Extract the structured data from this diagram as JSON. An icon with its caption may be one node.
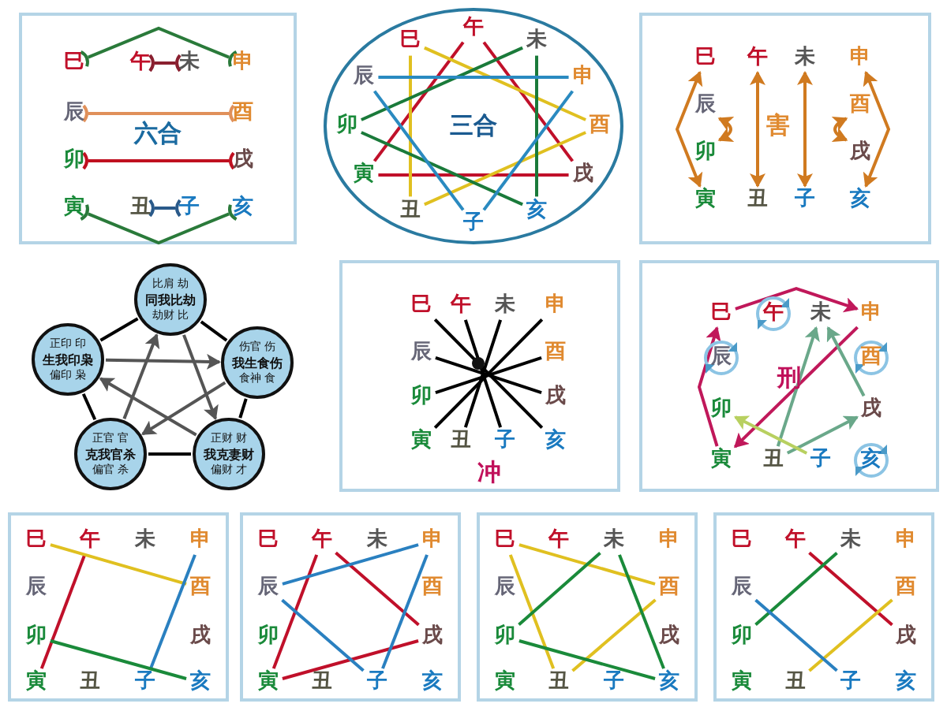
{
  "diagram": {
    "nodes": [
      {
        "text": [
          "六合"
        ]
      },
      {
        "text": [
          "巳"
        ],
        "in": 0
      },
      {
        "text": [
          "午"
        ],
        "in": 0
      },
      {
        "text": [
          "未"
        ],
        "in": 0
      },
      {
        "text": [
          "申"
        ],
        "in": 0
      },
      {
        "text": [
          "辰"
        ],
        "in": 0
      },
      {
        "text": [
          "酉"
        ],
        "in": 0
      },
      {
        "text": [
          "卯"
        ],
        "in": 0
      },
      {
        "text": [
          "戌"
        ],
        "in": 0
      },
      {
        "text": [
          "寅"
        ],
        "in": 0
      },
      {
        "text": [
          "丑"
        ],
        "in": 0
      },
      {
        "text": [
          "子"
        ],
        "in": 0
      },
      {
        "text": [
          "亥"
        ],
        "in": 0
      },
      {
        "text": [
          "三合"
        ]
      },
      {
        "text": [
          "巳"
        ],
        "in": 13
      },
      {
        "text": [
          "午"
        ],
        "in": 13
      },
      {
        "text": [
          "未"
        ],
        "in": 13
      },
      {
        "text": [
          "申"
        ],
        "in": 13
      },
      {
        "text": [
          "辰"
        ],
        "in": 13
      },
      {
        "text": [
          "酉"
        ],
        "in": 13
      },
      {
        "text": [
          "卯"
        ],
        "in": 13
      },
      {
        "text": [
          "戌"
        ],
        "in": 13
      },
      {
        "text": [
          "寅"
        ],
        "in": 13
      },
      {
        "text": [
          "丑"
        ],
        "in": 13
      },
      {
        "text": [
          "子"
        ],
        "in": 13
      },
      {
        "text": [
          "亥"
        ],
        "in": 13
      },
      {
        "text": [
          "害"
        ]
      },
      {
        "text": [
          "巳"
        ],
        "in": 26
      },
      {
        "text": [
          "午"
        ],
        "in": 26
      },
      {
        "text": [
          "未"
        ],
        "in": 26
      },
      {
        "text": [
          "申"
        ],
        "in": 26
      },
      {
        "text": [
          "辰"
        ],
        "in": 26
      },
      {
        "text": [
          "酉"
        ],
        "in": 26
      },
      {
        "text": [
          "卯"
        ],
        "in": 26
      },
      {
        "text": [
          "戌"
        ],
        "in": 26
      },
      {
        "text": [
          "寅"
        ],
        "in": 26
      },
      {
        "text": [
          "丑"
        ],
        "in": 26
      },
      {
        "text": [
          "子"
        ],
        "in": 26
      },
      {
        "text": [
          "亥"
        ],
        "in": 26
      },
      {
        "text": [
          "比肩 劫",
          "同我比劫",
          "劫财 比"
        ]
      },
      {
        "text": [
          "正印 印",
          "生我印枭",
          "偏印 枭"
        ]
      },
      {
        "text": [
          "伤官 伤",
          "我生食伤",
          "食神 食"
        ]
      },
      {
        "text": [
          "正官 官",
          "克我官杀",
          "偏官 杀"
        ]
      },
      {
        "text": [
          "正财 财",
          "我克妻财",
          "偏财 才"
        ]
      },
      {
        "text": [
          "冲"
        ]
      },
      {
        "text": [
          "巳"
        ],
        "in": 44
      },
      {
        "text": [
          "午"
        ],
        "in": 44
      },
      {
        "text": [
          "未"
        ],
        "in": 44
      },
      {
        "text": [
          "申"
        ],
        "in": 44
      },
      {
        "text": [
          "辰"
        ],
        "in": 44
      },
      {
        "text": [
          "酉"
        ],
        "in": 44
      },
      {
        "text": [
          "卯"
        ],
        "in": 44
      },
      {
        "text": [
          "戌"
        ],
        "in": 44
      },
      {
        "text": [
          "寅"
        ],
        "in": 44
      },
      {
        "text": [
          "丑"
        ],
        "in": 44
      },
      {
        "text": [
          "子"
        ],
        "in": 44
      },
      {
        "text": [
          "亥"
        ],
        "in": 44
      },
      {
        "text": [
          "刑"
        ]
      },
      {
        "text": [
          "巳"
        ],
        "in": 57
      },
      {
        "text": [
          "午"
        ],
        "in": 57
      },
      {
        "text": [
          "未"
        ],
        "in": 57
      },
      {
        "text": [
          "申"
        ],
        "in": 57
      },
      {
        "text": [
          "辰"
        ],
        "in": 57
      },
      {
        "text": [
          "酉"
        ],
        "in": 57
      },
      {
        "text": [
          "卯"
        ],
        "in": 57
      },
      {
        "text": [
          "戌"
        ],
        "in": 57
      },
      {
        "text": [
          "寅"
        ],
        "in": 57
      },
      {
        "text": [
          "丑"
        ],
        "in": 57
      },
      {
        "text": [
          "子"
        ],
        "in": 57
      },
      {
        "text": [
          "亥"
        ],
        "in": 57
      },
      {
        "text": [],
        "shape": "box"
      },
      {
        "text": [
          "巳"
        ],
        "in": 70
      },
      {
        "text": [
          "午"
        ],
        "in": 70
      },
      {
        "text": [
          "未"
        ],
        "in": 70
      },
      {
        "text": [
          "申"
        ],
        "in": 70
      },
      {
        "text": [
          "辰"
        ],
        "in": 70
      },
      {
        "text": [
          "酉"
        ],
        "in": 70
      },
      {
        "text": [
          "卯"
        ],
        "in": 70
      },
      {
        "text": [
          "戌"
        ],
        "in": 70
      },
      {
        "text": [
          "寅"
        ],
        "in": 70
      },
      {
        "text": [
          "丑"
        ],
        "in": 70
      },
      {
        "text": [
          "子"
        ],
        "in": 70
      },
      {
        "text": [
          "亥"
        ],
        "in": 70
      },
      {
        "text": [],
        "shape": "box"
      },
      {
        "text": [
          "巳"
        ],
        "in": 83
      },
      {
        "text": [
          "午"
        ],
        "in": 83
      },
      {
        "text": [
          "未"
        ],
        "in": 83
      },
      {
        "text": [
          "申"
        ],
        "in": 83
      },
      {
        "text": [
          "辰"
        ],
        "in": 83
      },
      {
        "text": [
          "酉"
        ],
        "in": 83
      },
      {
        "text": [
          "卯"
        ],
        "in": 83
      },
      {
        "text": [
          "戌"
        ],
        "in": 83
      },
      {
        "text": [
          "寅"
        ],
        "in": 83
      },
      {
        "text": [
          "丑"
        ],
        "in": 83
      },
      {
        "text": [
          "子"
        ],
        "in": 83
      },
      {
        "text": [
          "亥"
        ],
        "in": 83
      },
      {
        "text": [],
        "shape": "box"
      },
      {
        "text": [
          "巳"
        ],
        "in": 96
      },
      {
        "text": [
          "午"
        ],
        "in": 96
      },
      {
        "text": [
          "未"
        ],
        "in": 96
      },
      {
        "text": [
          "申"
        ],
        "in": 96
      },
      {
        "text": [
          "辰"
        ],
        "in": 96
      },
      {
        "text": [
          "酉"
        ],
        "in": 96
      },
      {
        "text": [
          "卯"
        ],
        "in": 96
      },
      {
        "text": [
          "戌"
        ],
        "in": 96
      },
      {
        "text": [
          "寅"
        ],
        "in": 96
      },
      {
        "text": [
          "丑"
        ],
        "in": 96
      },
      {
        "text": [
          "子"
        ],
        "in": 96
      },
      {
        "text": [
          "亥"
        ],
        "in": 96
      },
      {
        "text": [],
        "shape": "box"
      },
      {
        "text": [
          "巳"
        ],
        "in": 109
      },
      {
        "text": [
          "午"
        ],
        "in": 109
      },
      {
        "text": [
          "未"
        ],
        "in": 109
      },
      {
        "text": [
          "申"
        ],
        "in": 109
      },
      {
        "text": [
          "辰"
        ],
        "in": 109
      },
      {
        "text": [
          "酉"
        ],
        "in": 109
      },
      {
        "text": [
          "卯"
        ],
        "in": 109
      },
      {
        "text": [
          "戌"
        ],
        "in": 109
      },
      {
        "text": [
          "寅"
        ],
        "in": 109
      },
      {
        "text": [
          "丑"
        ],
        "in": 109
      },
      {
        "text": [
          "子"
        ],
        "in": 109
      },
      {
        "text": [
          "亥"
        ],
        "in": 109
      }
    ],
    "edges": [
      {
        "from": 2,
        "to": 3,
        "arrow": "other",
        "color": "#8a2030"
      },
      {
        "from": 1,
        "to": 4,
        "arrow": "other",
        "color": "#2a7a3a"
      },
      {
        "from": 5,
        "to": 6,
        "arrow": "other",
        "color": "#e0905a"
      },
      {
        "from": 7,
        "to": 8,
        "arrow": "other",
        "color": "#c01020"
      },
      {
        "from": 10,
        "to": 11,
        "arrow": "other",
        "color": "#2a5a8a"
      },
      {
        "from": 9,
        "to": 12,
        "arrow": "other",
        "color": "#2a7a3a"
      },
      {
        "from": 15,
        "to": 22,
        "arrow": "none",
        "color": "#c0102a"
      },
      {
        "from": 22,
        "to": 21,
        "arrow": "none",
        "color": "#c0102a"
      },
      {
        "from": 21,
        "to": 15,
        "arrow": "none",
        "color": "#c0102a"
      },
      {
        "from": 14,
        "to": 19,
        "arrow": "none",
        "color": "#e0c020"
      },
      {
        "from": 19,
        "to": 23,
        "arrow": "none",
        "color": "#e0c020"
      },
      {
        "from": 23,
        "to": 14,
        "arrow": "none",
        "color": "#e0c020"
      },
      {
        "from": 16,
        "to": 20,
        "arrow": "none",
        "color": "#1a7a3a"
      },
      {
        "from": 20,
        "to": 25,
        "arrow": "none",
        "color": "#1a7a3a"
      },
      {
        "from": 25,
        "to": 16,
        "arrow": "none",
        "color": "#1a7a3a"
      },
      {
        "from": 18,
        "to": 17,
        "arrow": "none",
        "color": "#2a8ac0"
      },
      {
        "from": 17,
        "to": 24,
        "arrow": "none",
        "color": "#2a8ac0"
      },
      {
        "from": 24,
        "to": 18,
        "arrow": "none",
        "color": "#2a8ac0"
      },
      {
        "from": 27,
        "to": 35,
        "arrow": "both",
        "color": "#d07a20"
      },
      {
        "from": 31,
        "to": 33,
        "arrow": "both",
        "color": "#d07a20"
      },
      {
        "from": 28,
        "to": 36,
        "arrow": "both",
        "color": "#d07a20"
      },
      {
        "from": 29,
        "to": 37,
        "arrow": "both",
        "color": "#d07a20"
      },
      {
        "from": 30,
        "to": 38,
        "arrow": "both",
        "color": "#d07a20"
      },
      {
        "from": 32,
        "to": 34,
        "arrow": "both",
        "color": "#d07a20"
      },
      {
        "from": 39,
        "to": 41,
        "arrow": "none",
        "color": "#000000"
      },
      {
        "from": 41,
        "to": 43,
        "arrow": "none",
        "color": "#000000"
      },
      {
        "from": 43,
        "to": 42,
        "arrow": "none",
        "color": "#000000"
      },
      {
        "from": 42,
        "to": 40,
        "arrow": "none",
        "color": "#000000"
      },
      {
        "from": 40,
        "to": 39,
        "arrow": "none",
        "color": "#000000"
      },
      {
        "from": 40,
        "to": 41,
        "arrow": "to",
        "color": "#555555"
      },
      {
        "from": 42,
        "to": 39,
        "arrow": "to",
        "color": "#555555"
      },
      {
        "from": 39,
        "to": 43,
        "arrow": "to",
        "color": "#555555"
      },
      {
        "from": 41,
        "to": 42,
        "arrow": "to",
        "color": "#555555"
      },
      {
        "from": 43,
        "to": 40,
        "arrow": "to",
        "color": "#555555"
      },
      {
        "from": 45,
        "to": 56,
        "arrow": "none",
        "color": "#000000"
      },
      {
        "from": 46,
        "to": 55,
        "arrow": "none",
        "color": "#000000"
      },
      {
        "from": 47,
        "to": 54,
        "arrow": "none",
        "color": "#000000"
      },
      {
        "from": 48,
        "to": 53,
        "arrow": "none",
        "color": "#000000"
      },
      {
        "from": 49,
        "to": 52,
        "arrow": "none",
        "color": "#000000"
      },
      {
        "from": 50,
        "to": 51,
        "arrow": "none",
        "color": "#000000"
      },
      {
        "from": 66,
        "to": 58,
        "arrow": "to",
        "color": "#c0185a"
      },
      {
        "from": 58,
        "to": 61,
        "arrow": "to",
        "color": "#c0185a"
      },
      {
        "from": 61,
        "to": 66,
        "arrow": "to",
        "color": "#c0185a"
      },
      {
        "from": 67,
        "to": 60,
        "arrow": "to",
        "color": "#6aa88a"
      },
      {
        "from": 65,
        "to": 60,
        "arrow": "to",
        "color": "#6aa88a"
      },
      {
        "from": 67,
        "to": 65,
        "arrow": "to",
        "color": "#6aa88a"
      },
      {
        "from": 68,
        "to": 64,
        "arrow": "to",
        "color": "#b8d060"
      },
      {
        "from": 72,
        "to": 79,
        "arrow": "none",
        "color": "#c0102a"
      },
      {
        "from": 71,
        "to": 76,
        "arrow": "none",
        "color": "#e0c020"
      },
      {
        "from": 74,
        "to": 81,
        "arrow": "none",
        "color": "#2a80c0"
      },
      {
        "from": 77,
        "to": 82,
        "arrow": "none",
        "color": "#1a8a3a"
      },
      {
        "from": 85,
        "to": 92,
        "arrow": "none",
        "color": "#c0102a"
      },
      {
        "from": 92,
        "to": 91,
        "arrow": "none",
        "color": "#c0102a"
      },
      {
        "from": 91,
        "to": 85,
        "arrow": "none",
        "color": "#c0102a"
      },
      {
        "from": 88,
        "to": 87,
        "arrow": "none",
        "color": "#2a80c0"
      },
      {
        "from": 87,
        "to": 94,
        "arrow": "none",
        "color": "#2a80c0"
      },
      {
        "from": 94,
        "to": 88,
        "arrow": "none",
        "color": "#2a80c0"
      },
      {
        "from": 97,
        "to": 102,
        "arrow": "none",
        "color": "#e0c020"
      },
      {
        "from": 102,
        "to": 106,
        "arrow": "none",
        "color": "#e0c020"
      },
      {
        "from": 106,
        "to": 97,
        "arrow": "none",
        "color": "#e0c020"
      },
      {
        "from": 99,
        "to": 103,
        "arrow": "none",
        "color": "#1a8a3a"
      },
      {
        "from": 103,
        "to": 108,
        "arrow": "none",
        "color": "#1a8a3a"
      },
      {
        "from": 108,
        "to": 99,
        "arrow": "none",
        "color": "#1a8a3a"
      },
      {
        "from": 111,
        "to": 117,
        "arrow": "none",
        "color": "#c0102a"
      },
      {
        "from": 112,
        "to": 116,
        "arrow": "none",
        "color": "#1a8a3a"
      },
      {
        "from": 115,
        "to": 119,
        "arrow": "none",
        "color": "#e0c020"
      },
      {
        "from": 114,
        "to": 120,
        "arrow": "none",
        "color": "#2a80c0"
      }
    ]
  }
}
